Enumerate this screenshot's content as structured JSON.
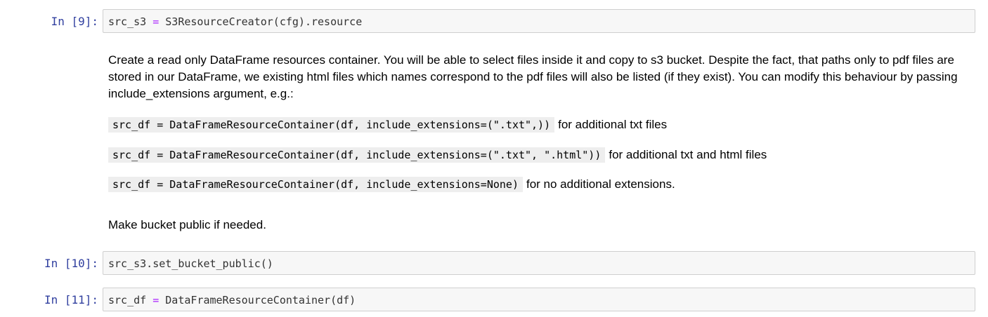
{
  "cells": {
    "cell9": {
      "prompt": "In [9]:",
      "code_pre": "src_s3 ",
      "code_op": "=",
      "code_post": " S3ResourceCreator(cfg).resource"
    },
    "markdown": {
      "paragraph": "Create a read only DataFrame resources container. You will be able to select files inside it and copy to s3 bucket. Despite the fact, that paths only to pdf files are stored in our DataFrame, we existing html files which names correspond to the pdf files will also be listed (if they exist). You can modify this behaviour by passing include_extensions argument, e.g.:",
      "examples": [
        {
          "code": "src_df = DataFrameResourceContainer(df, include_extensions=(\".txt\",))",
          "desc": "for additional txt files"
        },
        {
          "code": "src_df = DataFrameResourceContainer(df, include_extensions=(\".txt\", \".html\"))",
          "desc": "for additional txt and html files"
        },
        {
          "code": "src_df = DataFrameResourceContainer(df, include_extensions=None)",
          "desc": "for no additional extensions."
        }
      ],
      "bucket_note": "Make bucket public if needed."
    },
    "cell10": {
      "prompt": "In [10]:",
      "code": "src_s3.set_bucket_public()"
    },
    "cell11": {
      "prompt": "In [11]:",
      "code_pre": "src_df ",
      "code_op": "=",
      "code_post": " DataFrameResourceContainer(df)"
    }
  },
  "colors": {
    "prompt": "#303f9f",
    "operator": "#aa22ff",
    "cell_background": "#f7f7f7",
    "cell_border": "#cfcfcf",
    "inline_code_background": "#eeeeee"
  }
}
